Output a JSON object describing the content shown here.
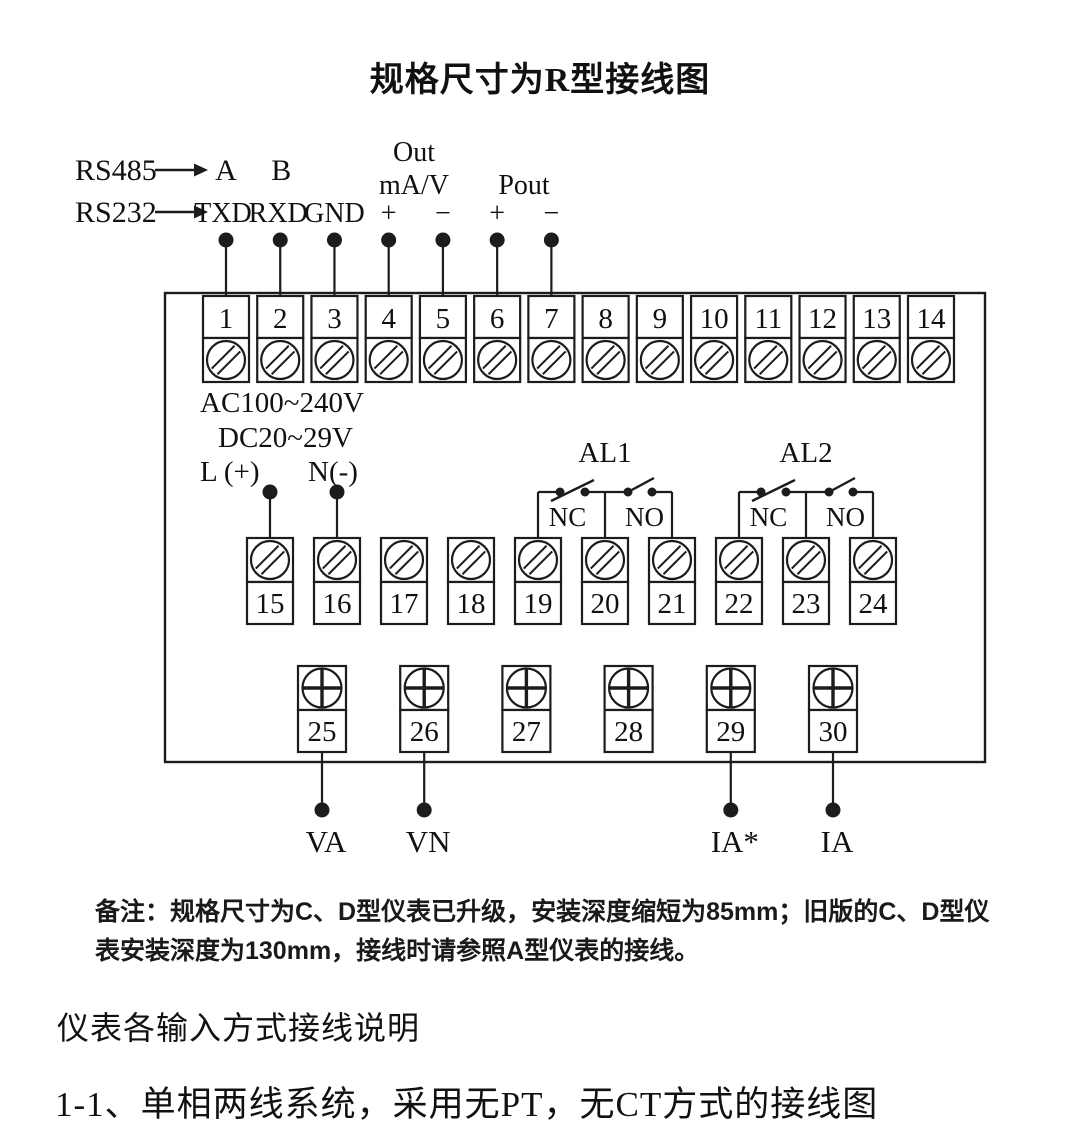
{
  "title": "规格尺寸为R型接线图",
  "colors": {
    "line": "#1c1c1c",
    "text": "#111111"
  },
  "diagram": {
    "rs485": {
      "label": "RS485",
      "pins": [
        "A",
        "B"
      ]
    },
    "rs232": {
      "label": "RS232",
      "pins": [
        "TXD",
        "RXD",
        "GND"
      ]
    },
    "out": {
      "line1": "Out",
      "line2": "mA/V",
      "pins": [
        "+",
        "−"
      ]
    },
    "pout": {
      "label": "Pout",
      "pins": [
        "+",
        "−"
      ]
    },
    "power": {
      "line1": "AC100~240V",
      "line2": "DC20~29V",
      "l_label": "L (+)",
      "n_label": "N(-)"
    },
    "alarms": [
      {
        "label": "AL1",
        "nc": "NC",
        "no": "NO"
      },
      {
        "label": "AL2",
        "nc": "NC",
        "no": "NO"
      }
    ],
    "terminals_top": [
      "1",
      "2",
      "3",
      "4",
      "5",
      "6",
      "7",
      "8",
      "9",
      "10",
      "11",
      "12",
      "13",
      "14"
    ],
    "terminals_mid": [
      "15",
      "16",
      "17",
      "18",
      "19",
      "20",
      "21",
      "22",
      "23",
      "24"
    ],
    "terminals_bottom": [
      "25",
      "26",
      "27",
      "28",
      "29",
      "30"
    ],
    "bottom_signals": [
      "VA",
      "VN",
      "IA*",
      "IA"
    ]
  },
  "note": "备注：规格尺寸为C、D型仪表已升级，安装深度缩短为85mm；旧版的C、D型仪表安装深度为130mm，接线时请参照A型仪表的接线。",
  "section_heading": "仪表各输入方式接线说明",
  "subsection_heading": "1-1、单相两线系统，采用无PT，无CT方式的接线图"
}
